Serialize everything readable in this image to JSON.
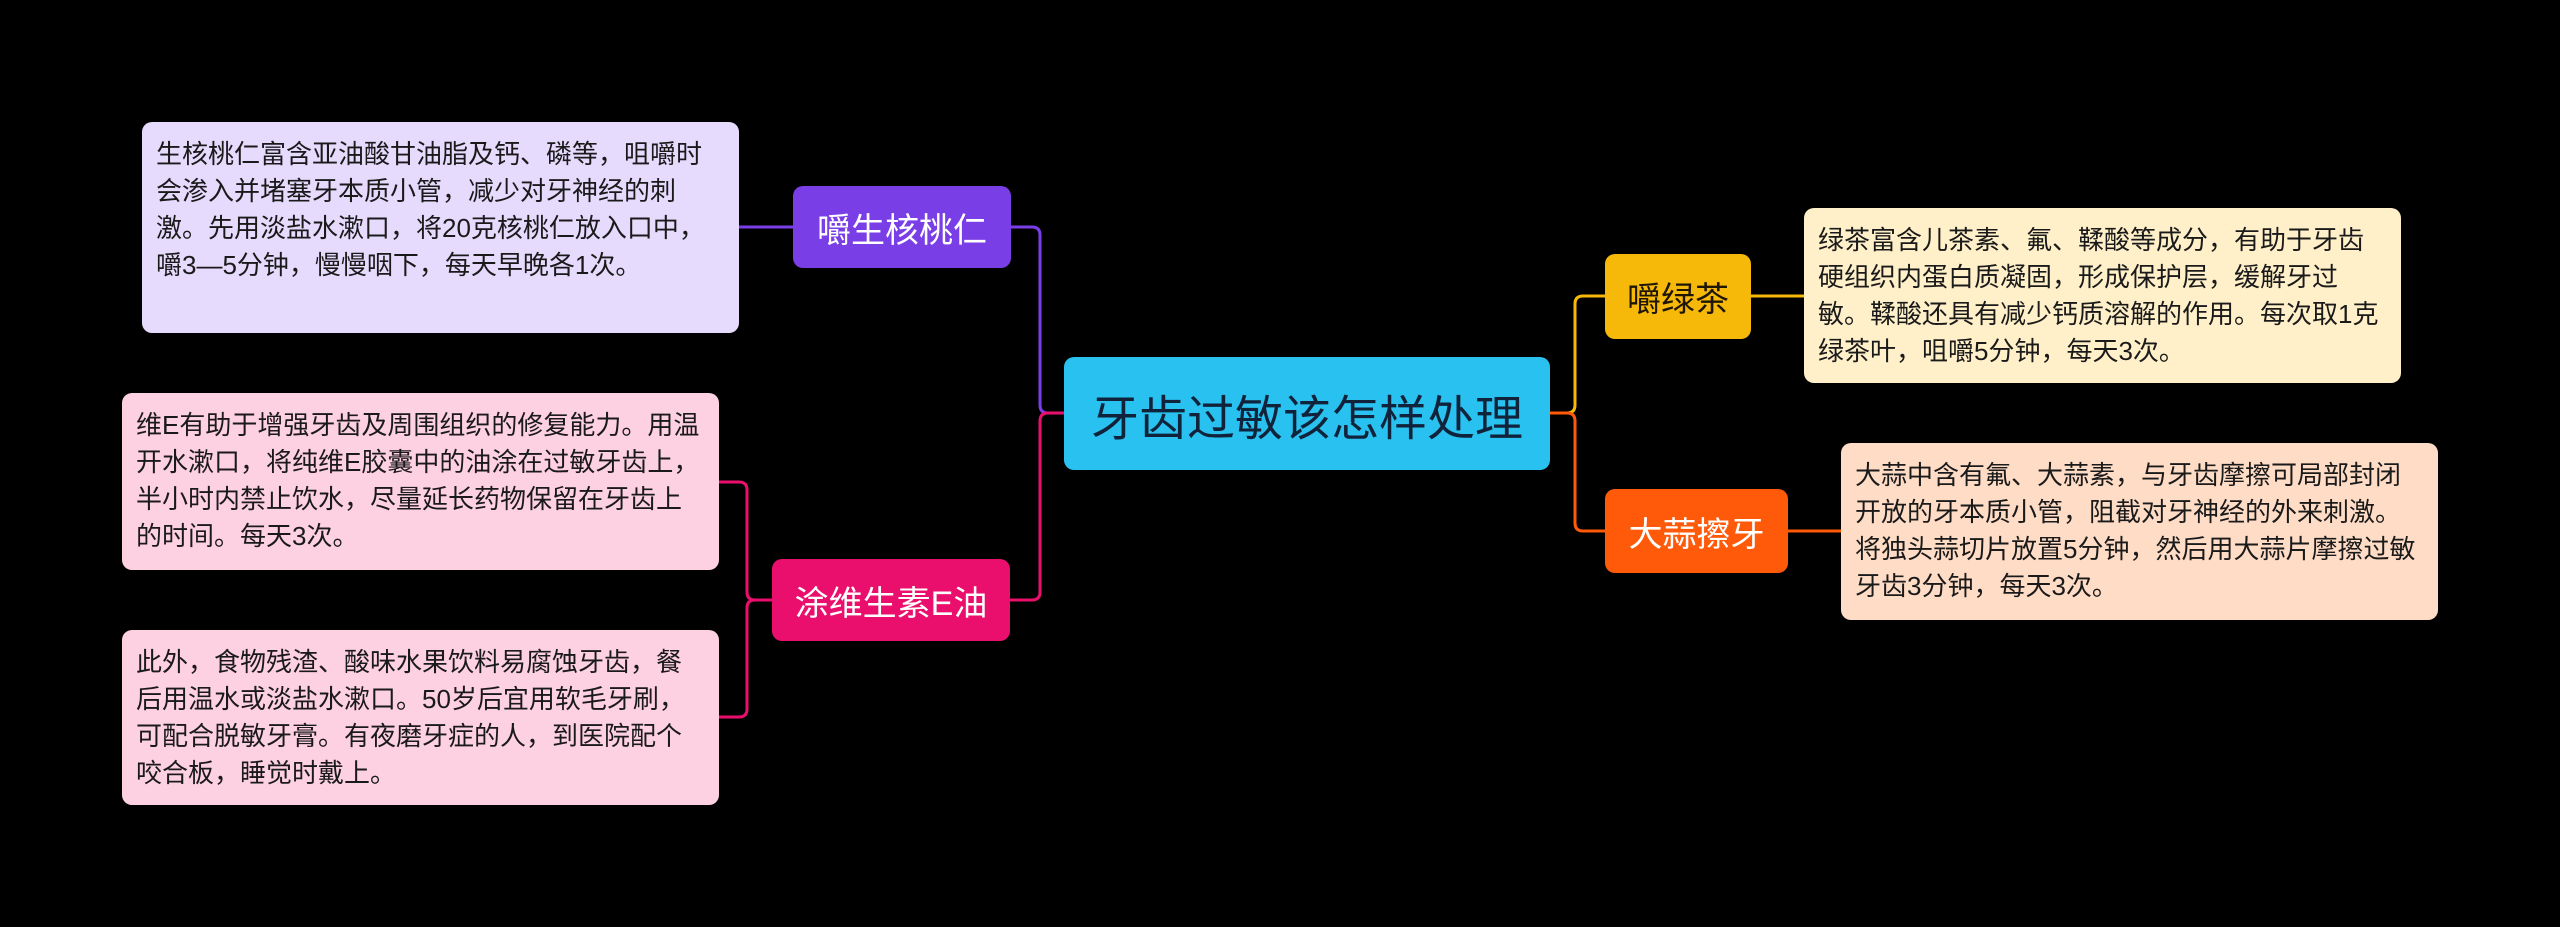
{
  "root": {
    "title": "牙齿过敏该怎样处理",
    "color": "#29c1ef"
  },
  "branches": {
    "walnut": {
      "label": "嚼生核桃仁",
      "color": "#7a3ee6",
      "details": [
        "生核桃仁富含亚油酸甘油脂及钙、磷等，咀嚼时会渗入并堵塞牙本质小管，减少对牙神经的刺激。先用淡盐水漱口，将20克核桃仁放入口中，嚼3—5分钟，慢慢咽下，每天早晚各1次。"
      ]
    },
    "vitamin_e": {
      "label": "涂维生素E油",
      "color": "#ea0f6c",
      "details": [
        "维E有助于增强牙齿及周围组织的修复能力。用温开水漱口，将纯维E胶囊中的油涂在过敏牙齿上，半小时内禁止饮水，尽量延长药物保留在牙齿上的时间。每天3次。",
        "此外，食物残渣、酸味水果饮料易腐蚀牙齿，餐后用温水或淡盐水漱口。50岁后宜用软毛牙刷，可配合脱敏牙膏。有夜磨牙症的人，到医院配个咬合板，睡觉时戴上。"
      ]
    },
    "green_tea": {
      "label": "嚼绿茶",
      "color": "#f6b90a",
      "details": [
        "绿茶富含儿茶素、氟、鞣酸等成分，有助于牙齿硬组织内蛋白质凝固，形成保护层，缓解牙过敏。鞣酸还具有减少钙质溶解的作用。每次取1克绿茶叶，咀嚼5分钟，每天3次。"
      ]
    },
    "garlic": {
      "label": "大蒜擦牙",
      "color": "#ff5a09",
      "details": [
        "大蒜中含有氟、大蒜素，与牙齿摩擦可局部封闭开放的牙本质小管，阻截对牙神经的外来刺激。将独头蒜切片放置5分钟，然后用大蒜片摩擦过敏牙齿3分钟，每天3次。"
      ]
    }
  }
}
